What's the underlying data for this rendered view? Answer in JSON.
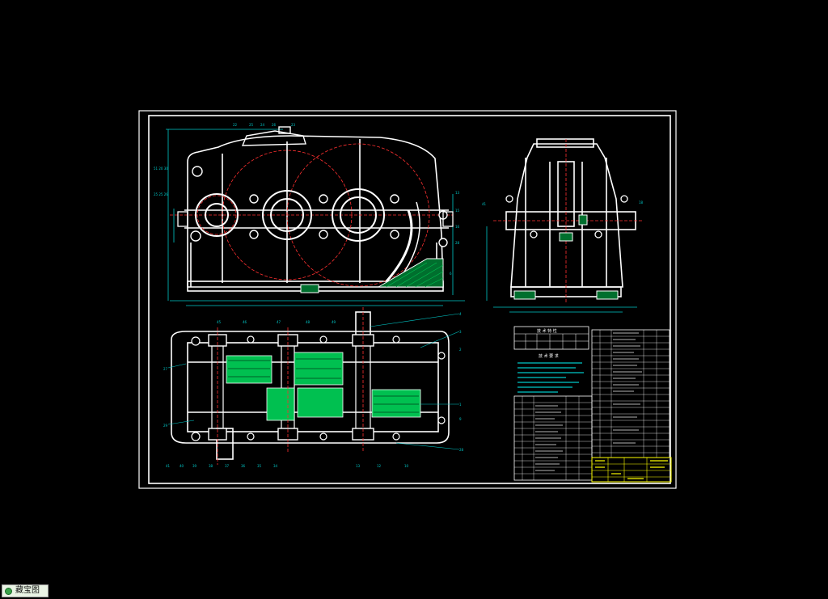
{
  "drawing": {
    "background": "#000000",
    "colors": {
      "outline": "#ffffff",
      "dimension": "#00c8c8",
      "centerline": "#ff3030",
      "section_fill": "#00c050",
      "title_block": "#ffff00"
    },
    "tech_table_title": "技 术 特 性",
    "tech_req_title": "技 术 要 求",
    "views": [
      "front-view",
      "side-view",
      "top-section-view"
    ]
  },
  "watermark": {
    "label": "藏宝图",
    "icon": "green-dot-icon"
  }
}
